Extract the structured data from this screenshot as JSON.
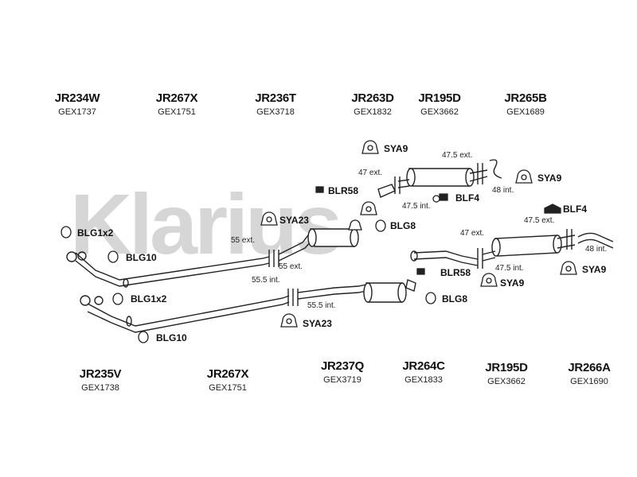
{
  "watermark": "Klarius",
  "part_codes_top": [
    {
      "code": "JR234W",
      "gex": "GEX1737"
    },
    {
      "code": "JR267X",
      "gex": "GEX1751"
    },
    {
      "code": "JR236T",
      "gex": "GEX3718"
    },
    {
      "code": "JR263D",
      "gex": "GEX1832"
    },
    {
      "code": "JR195D",
      "gex": "GEX3662"
    },
    {
      "code": "JR265B",
      "gex": "GEX1689"
    }
  ],
  "part_codes_bottom": [
    {
      "code": "JR235V",
      "gex": "GEX1738"
    },
    {
      "code": "JR267X",
      "gex": "GEX1751"
    },
    {
      "code": "JR237Q",
      "gex": "GEX3719"
    },
    {
      "code": "JR264C",
      "gex": "GEX1833"
    },
    {
      "code": "JR195D",
      "gex": "GEX3662"
    },
    {
      "code": "JR266A",
      "gex": "GEX1690"
    }
  ],
  "fittings": {
    "syA9_top": "SYA9",
    "syA9_right": "SYA9",
    "blr58_top": "BLR58",
    "blf4_mid": "BLF4",
    "blf4_right": "BLF4",
    "sya23_top": "SYA23",
    "blg8_top": "BLG8",
    "blg1x2_top": "BLG1x2",
    "blg10_top": "BLG10",
    "blr58_bottom": "BLR58",
    "sya9_mid": "SYA9",
    "sya9_far": "SYA9",
    "blg1x2_bottom": "BLG1x2",
    "blg8_bottom": "BLG8",
    "sya23_bottom": "SYA23",
    "blg10_bottom": "BLG10"
  },
  "dimensions": {
    "d_475_ext_a": "47.5 ext.",
    "d_47_ext": "47 ext.",
    "d_48_int_a": "48 int.",
    "d_475_int_a": "47.5 int.",
    "d_475_ext_b": "47.5 ext.",
    "d_47_ext_b": "47 ext.",
    "d_48_int_b": "48 int.",
    "d_475_int_b": "47.5 int.",
    "d_55_ext": "55 ext.",
    "d_55_ext_b": "55 ext.",
    "d_555_int": "55.5 int.",
    "d_555_int_b": "55.5 int."
  }
}
